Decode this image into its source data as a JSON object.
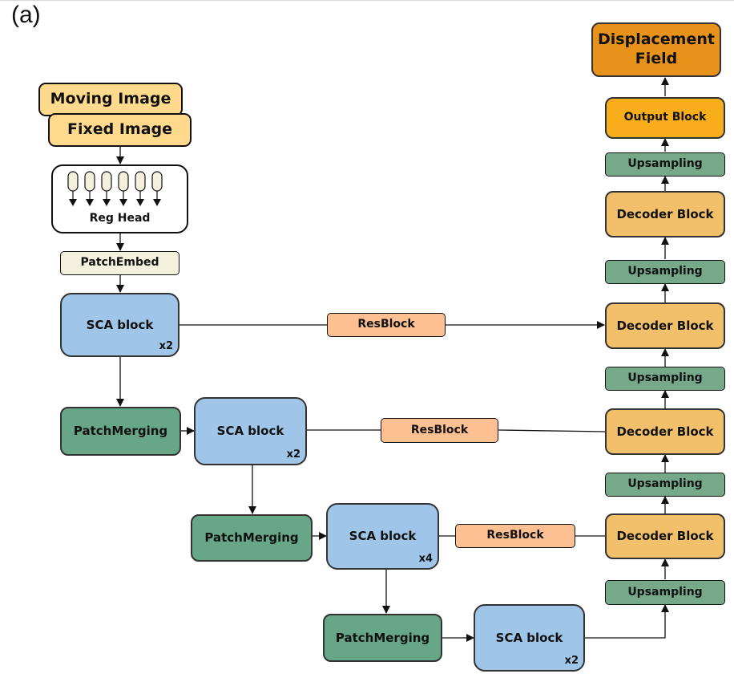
{
  "panel_label": "(a)",
  "inputs": {
    "moving": "Moving Image",
    "fixed": "Fixed Image"
  },
  "reg_head": {
    "label": "Reg Head"
  },
  "patch_embed": {
    "label": "PatchEmbed"
  },
  "encoder": [
    {
      "label": "SCA block",
      "mult": "x2"
    },
    {
      "label": "SCA block",
      "mult": "x2"
    },
    {
      "label": "SCA block",
      "mult": "x4"
    },
    {
      "label": "SCA block",
      "mult": "x2"
    }
  ],
  "patch_merging": [
    "PatchMerging",
    "PatchMerging",
    "PatchMerging"
  ],
  "resblocks": [
    "ResBlock",
    "ResBlock",
    "ResBlock"
  ],
  "decoder": {
    "upsampling": [
      "Upsampling",
      "Upsampling",
      "Upsampling",
      "Upsampling",
      "Upsampling"
    ],
    "decoder_blocks": [
      "Decoder Block",
      "Decoder Block",
      "Decoder Block",
      "Decoder Block"
    ],
    "output_block": "Output Block",
    "displacement": "Displacement Field"
  }
}
